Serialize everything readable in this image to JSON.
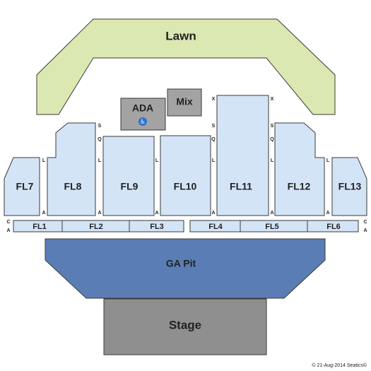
{
  "colors": {
    "lawn": "#dbe8b2",
    "section": "#d4e4f7",
    "gapit": "#5b7db5",
    "stage": "#8f8f8f",
    "mix": "#a3a3a3",
    "ada_icon": "#2f6fcf"
  },
  "venue": {
    "lawn": "Lawn",
    "ada": "ADA",
    "ada_icon": "wheelchair-icon",
    "mix": "Mix",
    "ga_pit": "GA Pit",
    "stage": "Stage"
  },
  "sections": {
    "fl7": "FL7",
    "fl8": "FL8",
    "fl9": "FL9",
    "fl10": "FL10",
    "fl11": "FL11",
    "fl12": "FL12",
    "fl13": "FL13",
    "fl1": "FL1",
    "fl2": "FL2",
    "fl3": "FL3",
    "fl4": "FL4",
    "fl5": "FL5",
    "fl6": "FL6"
  },
  "row_letters": {
    "a": "A",
    "c": "C",
    "l": "L",
    "q": "Q",
    "s": "S",
    "x": "X"
  },
  "footer": {
    "copyright": "© 21-Aug-2014 Seatics©"
  }
}
